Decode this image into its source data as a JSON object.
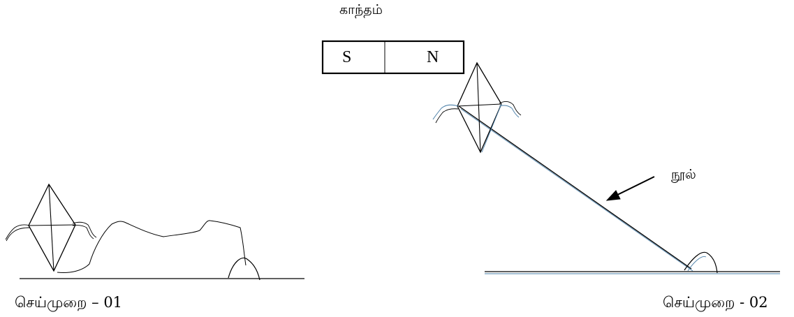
{
  "magnet": {
    "title": "காந்தம்",
    "south_label": "S",
    "north_label": "N"
  },
  "string_label": "நூல்",
  "captions": {
    "procedure_1": "செய்முறை  –  01",
    "procedure_2": "செய்முறை  -  02"
  },
  "colors": {
    "ink": "#000000",
    "string_blue": "#4a7fa8",
    "ground": "#000000"
  },
  "icons": {
    "clip": "paper-clip-icon",
    "arrow": "arrow-icon"
  }
}
